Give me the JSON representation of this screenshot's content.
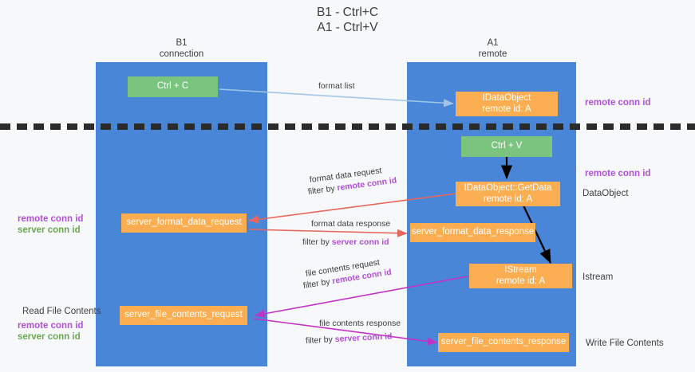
{
  "title": {
    "line1": "B1 - Ctrl+C",
    "line2": "A1 - Ctrl+V"
  },
  "columns": [
    {
      "id": "b1",
      "name": "B1",
      "role": "connection"
    },
    {
      "id": "a1",
      "name": "A1",
      "role": "remote"
    }
  ],
  "colors": {
    "lane": "#4a86d8",
    "box_orange": "#fbae51",
    "box_green": "#7ac47f",
    "remote_conn_id": "#b14fd8",
    "server_conn_id": "#6aa84f",
    "arrow_format_list": "#9fc5e8",
    "arrow_format_data": "#e8665c",
    "arrow_file_contents": "#c333c3",
    "arrow_black": "#000000",
    "divider": "#2b2b2b",
    "text": "#3c4043"
  },
  "boxes": {
    "ctrl_c": "Ctrl + C",
    "ctrl_v": "Ctrl + V",
    "idataobject_line1": "IDataObject",
    "idataobject_line2": "remote id: A",
    "getdata_line1": "IDataObject::GetData",
    "getdata_line2": "remote id: A",
    "istream_line1": "IStream",
    "istream_line2": "remote id: A",
    "server_format_data_request": "server_format_data_request",
    "server_format_data_response": "server_format_data_response",
    "server_file_contents_request": "server_file_contents_request",
    "server_file_contents_response": "server_file_contents_response"
  },
  "annotations": {
    "remote_conn_id": "remote conn id",
    "server_conn_id": "server conn id",
    "dataobject": "DataObject",
    "istream": "Istream",
    "read_file_contents": "Read File Contents",
    "write_file_contents": "Write File Contents"
  },
  "edges": {
    "format_list": "format list",
    "format_data_request": "format data request",
    "format_data_request_filter_prefix": "filter by ",
    "format_data_response": "format data response",
    "format_data_response_filter_prefix": "filter by ",
    "file_contents_request": "file contents request",
    "file_contents_request_filter_prefix": "filter by ",
    "file_contents_response": "file contents response",
    "file_contents_response_filter_prefix": "filter by "
  }
}
